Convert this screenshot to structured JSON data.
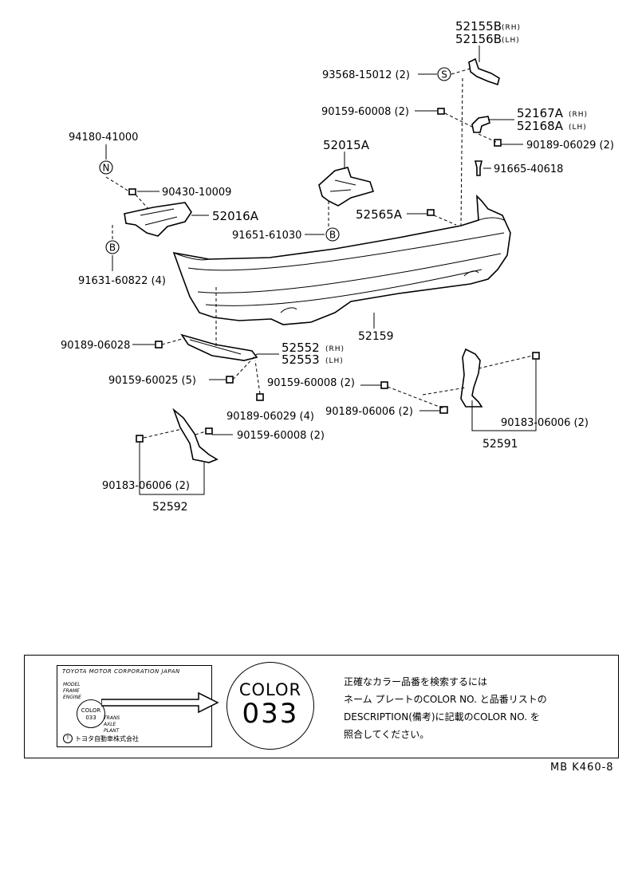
{
  "diagram": {
    "labels": {
      "p52155b": "52155B",
      "p52156b": "52156B",
      "rh": "(RH)",
      "lh": "(LH)",
      "p93568": "93568-15012 (2)",
      "p90159_top": "90159-60008 (2)",
      "p52167a": "52167A",
      "p52168a": "52168A",
      "p90189_06029_top": "90189-06029 (2)",
      "p91665": "91665-40618",
      "p94180": "94180-41000",
      "p90430": "90430-10009",
      "p52016a": "52016A",
      "p52015a": "52015A",
      "p52565a": "52565A",
      "p91651": "91651-61030",
      "p91631": "91631-60822 (4)",
      "p52159": "52159",
      "p90189_06028": "90189-06028",
      "p52552": "52552",
      "p52553": "52553",
      "p90159_60025": "90159-60025 (5)",
      "p90159_mid": "90159-60008 (2)",
      "p90189_06029_mid": "90189-06029 (4)",
      "p90189_06006": "90189-06006 (2)",
      "p90183_right": "90183-06006 (2)",
      "p52591": "52591",
      "p90159_low": "90159-60008 (2)",
      "p90183_left": "90183-06006 (2)",
      "p52592": "52592"
    },
    "symbols": {
      "s": "S",
      "n": "N",
      "b": "B"
    }
  },
  "note": {
    "plate_header": "TOYOTA MOTOR CORPORATION JAPAN",
    "plate_labels": [
      "MODEL",
      "FRAME",
      "ENGINE",
      "TRANS",
      "AXLE",
      "PLANT"
    ],
    "plate_color_word": "COLOR",
    "plate_color_num": "033",
    "plate_footer": "トヨタ自動車株式会社",
    "plate_mark": "T",
    "color_word": "COLOR",
    "color_number": "033",
    "text": "正確なカラー品番を検索するには\nネーム プレートのCOLOR NO. と品番リストの\nDESCRIPTION(備考)に記載のCOLOR NO. を\n照合してください。"
  },
  "page_ref": "MB  K460-8"
}
